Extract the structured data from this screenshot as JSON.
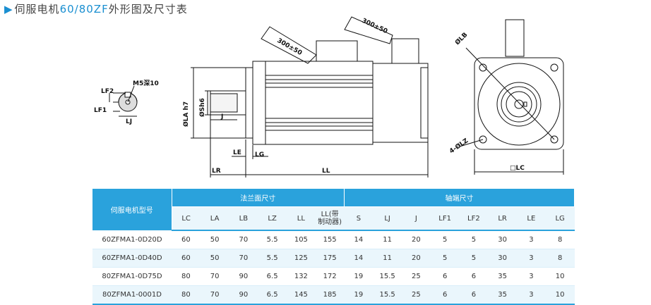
{
  "title": {
    "prefix": "伺服电机",
    "models": "60/80ZF",
    "suffix": "外形图及尺寸表"
  },
  "labels": {
    "LF2": "LF2",
    "LF1": "LF1",
    "LJ": "LJ",
    "M5": "M5深10",
    "LA": "ØLA h7",
    "S": "ØSh6",
    "J": "J",
    "LE": "LE",
    "LG": "LG",
    "LR": "LR",
    "LL": "LL",
    "cable1": "300±50",
    "cable2": "300±50",
    "LB": "ØLB",
    "LZ": "4-ØLZ",
    "LC": "□LC"
  },
  "table": {
    "model_header": "伺服电机型号",
    "flange_header": "法兰面尺寸",
    "shaft_header": "轴端尺寸",
    "columns": [
      "LC",
      "LA",
      "LB",
      "LZ",
      "LL",
      "LL(带\n制动器)",
      "S",
      "LJ",
      "J",
      "LF1",
      "LF2",
      "LR",
      "LE",
      "LG"
    ],
    "rows": [
      {
        "model": "60ZFMA1-0D20D",
        "vals": [
          "60",
          "50",
          "70",
          "5.5",
          "105",
          "155",
          "14",
          "11",
          "20",
          "5",
          "5",
          "30",
          "3",
          "8"
        ]
      },
      {
        "model": "60ZFMA1-0D40D",
        "vals": [
          "60",
          "50",
          "70",
          "5.5",
          "125",
          "175",
          "14",
          "11",
          "20",
          "5",
          "5",
          "30",
          "3",
          "8"
        ]
      },
      {
        "model": "80ZFMA1-0D75D",
        "vals": [
          "80",
          "70",
          "90",
          "6.5",
          "132",
          "172",
          "19",
          "15.5",
          "25",
          "6",
          "6",
          "35",
          "3",
          "10"
        ]
      },
      {
        "model": "80ZFMA1-0001D",
        "vals": [
          "80",
          "70",
          "90",
          "6.5",
          "145",
          "185",
          "19",
          "15.5",
          "25",
          "6",
          "6",
          "35",
          "3",
          "10"
        ]
      }
    ]
  }
}
